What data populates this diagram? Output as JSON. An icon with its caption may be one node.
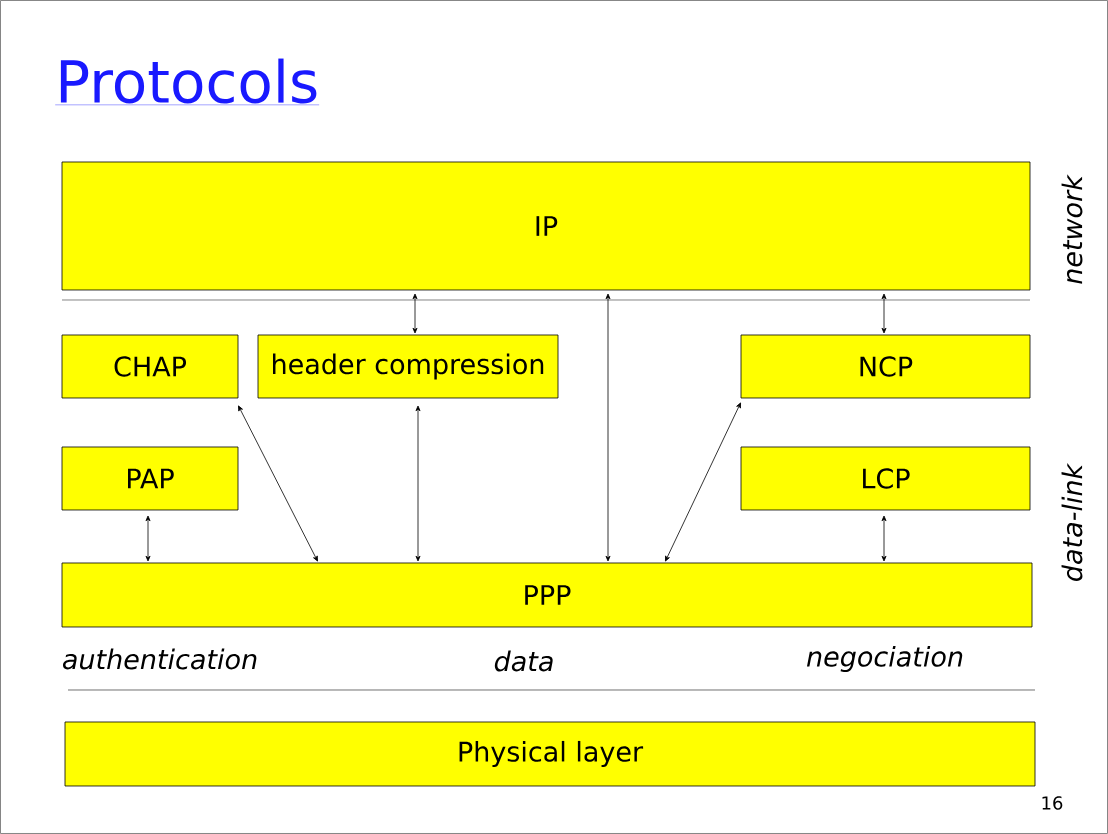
{
  "diagram": {
    "title": "Protocols",
    "nodes": [
      {
        "text": [
          "IP"
        ]
      },
      {
        "text": [
          "CHAP"
        ]
      },
      {
        "text": [
          "header compression"
        ]
      },
      {
        "text": [
          "NCP"
        ]
      },
      {
        "text": [
          "PAP"
        ]
      },
      {
        "text": [
          "LCP"
        ]
      },
      {
        "text": [
          "PPP"
        ]
      },
      {
        "text": [
          "Physical layer"
        ]
      }
    ],
    "edges": [
      {
        "from": 0,
        "to": 2,
        "arrow": "both"
      },
      {
        "from": 0,
        "to": 6,
        "arrow": "both"
      },
      {
        "from": 0,
        "to": 3,
        "arrow": "both"
      },
      {
        "from": 1,
        "to": 6,
        "arrow": "both"
      },
      {
        "from": 2,
        "to": 6,
        "arrow": "both"
      },
      {
        "from": 3,
        "to": 6,
        "arrow": "both"
      },
      {
        "from": 4,
        "to": 6,
        "arrow": "both"
      },
      {
        "from": 5,
        "to": 6,
        "arrow": "both"
      }
    ],
    "labels": [
      "network",
      "data-link",
      "authentication",
      "data",
      "negociation",
      "16"
    ]
  }
}
